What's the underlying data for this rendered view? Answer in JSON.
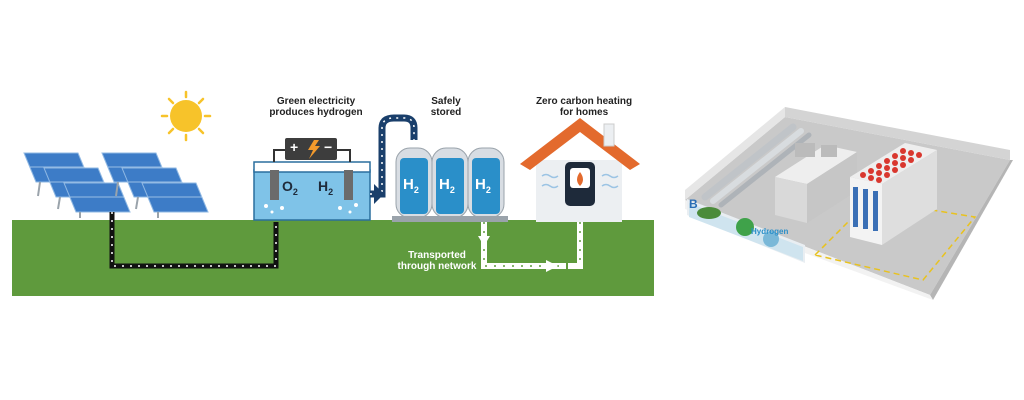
{
  "diagram": {
    "labels": {
      "electrolysis": [
        "Green electricity",
        "produces hydrogen"
      ],
      "storage": [
        "Safely",
        "stored"
      ],
      "heating": [
        "Zero carbon heating",
        "for homes"
      ],
      "network": [
        "Transported",
        "through network"
      ]
    },
    "electrolyser": {
      "oxygen": "O",
      "hydrogen": "H",
      "sub": "2"
    },
    "battery": {
      "plus": "+",
      "minus": "−"
    },
    "tanks": [
      {
        "gas": "H",
        "sub": "2"
      },
      {
        "gas": "H",
        "sub": "2"
      },
      {
        "gas": "H",
        "sub": "2"
      }
    ],
    "colors": {
      "grass": "#5f9a3d",
      "water": "#7fc3e8",
      "roof": "#e36a2d",
      "tank": "#d8dde3",
      "sun": "#f7c32a"
    }
  },
  "render": {
    "wall_logo_letter": "B",
    "wall_text": "Hydrogen"
  }
}
